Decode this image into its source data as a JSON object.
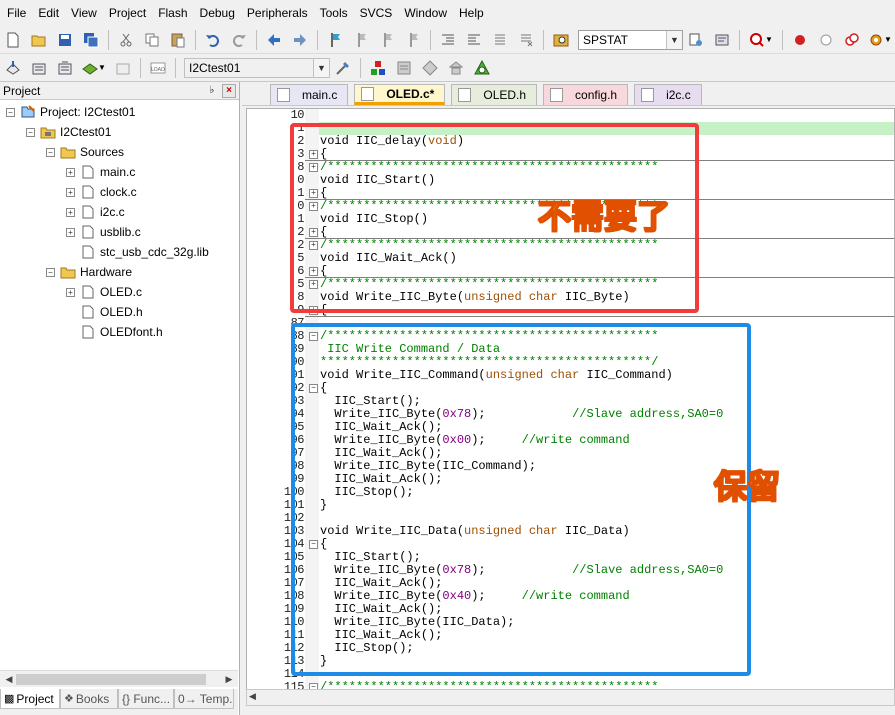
{
  "menu": [
    "File",
    "Edit",
    "View",
    "Project",
    "Flash",
    "Debug",
    "Peripherals",
    "Tools",
    "SVCS",
    "Window",
    "Help"
  ],
  "toolbar1": {
    "find_combo": "SPSTAT",
    "icons": [
      "new-file-icon",
      "open-icon",
      "save-icon",
      "save-all-icon",
      "cut-icon",
      "copy-icon",
      "paste-icon",
      "undo-icon",
      "redo-icon",
      "nav-back-icon",
      "nav-forward-icon",
      "bookmark-icon",
      "bookmark-prev-icon",
      "bookmark-next-icon",
      "bookmark-clear-icon",
      "indent-icon",
      "unindent-icon",
      "comment-icon",
      "uncomment-icon",
      "find-in-files-icon"
    ]
  },
  "toolbar2": {
    "target_combo": "I2Ctest01",
    "load_label": "LOAD"
  },
  "project_panel": {
    "title": "Project",
    "tree": [
      {
        "label": "Project: I2Ctest01",
        "level": 0,
        "type": "project"
      },
      {
        "label": "I2Ctest01",
        "level": 1,
        "type": "target"
      },
      {
        "label": "Sources",
        "level": 2,
        "type": "folder"
      },
      {
        "label": "main.c",
        "level": 3,
        "type": "file"
      },
      {
        "label": "clock.c",
        "level": 3,
        "type": "file"
      },
      {
        "label": "i2c.c",
        "level": 3,
        "type": "file"
      },
      {
        "label": "usblib.c",
        "level": 3,
        "type": "file"
      },
      {
        "label": "stc_usb_cdc_32g.lib",
        "level": 3,
        "type": "lib"
      },
      {
        "label": "Hardware",
        "level": 2,
        "type": "folder"
      },
      {
        "label": "OLED.c",
        "level": 3,
        "type": "file"
      },
      {
        "label": "OLED.h",
        "level": 3,
        "type": "header"
      },
      {
        "label": "OLEDfont.h",
        "level": 3,
        "type": "header"
      }
    ],
    "tabs": [
      "Project",
      "Books",
      "{} Func...",
      "0→ Temp..."
    ]
  },
  "editor_tabs": [
    {
      "label": "main.c",
      "active": false
    },
    {
      "label": "OLED.c*",
      "active": true
    },
    {
      "label": "OLED.h",
      "active": false
    },
    {
      "label": "config.h",
      "active": false
    },
    {
      "label": "i2c.c",
      "active": false
    }
  ],
  "code_lines": [
    {
      "n": "10",
      "text": "",
      "fold": ""
    },
    {
      "n": "1",
      "text": "",
      "fold": ""
    },
    {
      "n": "2",
      "text": "void IIC_delay(void)",
      "fold": ""
    },
    {
      "n": "3",
      "text": "{",
      "fold": "+"
    },
    {
      "n": "8",
      "text": "/**********************************************",
      "fold": "+"
    },
    {
      "n": "0",
      "text": "void IIC_Start()",
      "fold": ""
    },
    {
      "n": "1",
      "text": "{",
      "fold": "+"
    },
    {
      "n": "0",
      "text": "/**********************************************",
      "fold": "+"
    },
    {
      "n": "1",
      "text": "void IIC_Stop()",
      "fold": ""
    },
    {
      "n": "2",
      "text": "{",
      "fold": "+"
    },
    {
      "n": "2",
      "text": "/**********************************************",
      "fold": "+"
    },
    {
      "n": "5",
      "text": "void IIC_Wait_Ack()",
      "fold": ""
    },
    {
      "n": "6",
      "text": "{",
      "fold": "+"
    },
    {
      "n": "5",
      "text": "/**********************************************",
      "fold": "+"
    },
    {
      "n": "8",
      "text": "void Write_IIC_Byte(unsigned char IIC_Byte)",
      "fold": ""
    },
    {
      "n": "9",
      "text": "{",
      "fold": "+"
    },
    {
      "n": "87",
      "text": "",
      "fold": ""
    },
    {
      "n": "88",
      "text": "/**********************************************",
      "fold": "-"
    },
    {
      "n": "89",
      "text": " IIC Write Command / Data",
      "fold": ""
    },
    {
      "n": "90",
      "text": "**********************************************/",
      "fold": ""
    },
    {
      "n": "91",
      "text": "void Write_IIC_Command(unsigned char IIC_Command)",
      "fold": ""
    },
    {
      "n": "92",
      "text": "{",
      "fold": "-"
    },
    {
      "n": "93",
      "text": "  IIC_Start();",
      "fold": ""
    },
    {
      "n": "94",
      "text": "  Write_IIC_Byte(0x78);            //Slave address,SA0=0",
      "fold": ""
    },
    {
      "n": "95",
      "text": "  IIC_Wait_Ack();",
      "fold": ""
    },
    {
      "n": "96",
      "text": "  Write_IIC_Byte(0x00);     //write command",
      "fold": ""
    },
    {
      "n": "97",
      "text": "  IIC_Wait_Ack();",
      "fold": ""
    },
    {
      "n": "98",
      "text": "  Write_IIC_Byte(IIC_Command);",
      "fold": ""
    },
    {
      "n": "99",
      "text": "  IIC_Wait_Ack();",
      "fold": ""
    },
    {
      "n": "100",
      "text": "  IIC_Stop();",
      "fold": ""
    },
    {
      "n": "101",
      "text": "}",
      "fold": ""
    },
    {
      "n": "102",
      "text": "",
      "fold": ""
    },
    {
      "n": "103",
      "text": "void Write_IIC_Data(unsigned char IIC_Data)",
      "fold": ""
    },
    {
      "n": "104",
      "text": "{",
      "fold": "-"
    },
    {
      "n": "105",
      "text": "  IIC_Start();",
      "fold": ""
    },
    {
      "n": "106",
      "text": "  Write_IIC_Byte(0x78);            //Slave address,SA0=0",
      "fold": ""
    },
    {
      "n": "107",
      "text": "  IIC_Wait_Ack();",
      "fold": ""
    },
    {
      "n": "108",
      "text": "  Write_IIC_Byte(0x40);     //write command",
      "fold": ""
    },
    {
      "n": "109",
      "text": "  IIC_Wait_Ack();",
      "fold": ""
    },
    {
      "n": "110",
      "text": "  Write_IIC_Byte(IIC_Data);",
      "fold": ""
    },
    {
      "n": "111",
      "text": "  IIC_Wait_Ack();",
      "fold": ""
    },
    {
      "n": "112",
      "text": "  IIC_Stop();",
      "fold": ""
    },
    {
      "n": "113",
      "text": "}",
      "fold": ""
    },
    {
      "n": "114",
      "text": "",
      "fold": ""
    },
    {
      "n": "115",
      "text": "/**********************************************",
      "fold": "-"
    }
  ],
  "annotations": {
    "red_label": "不需要了",
    "blue_label": "保留",
    "red_color": "#f03c3c",
    "blue_color": "#1e8ce6"
  },
  "colors": {
    "keyword": "#000000",
    "type_keyword": "#a05000",
    "comment": "#008000",
    "number": "#800080",
    "active_tab_underline": "#f0a000",
    "current_line_highlight": "#c6f0c6"
  }
}
